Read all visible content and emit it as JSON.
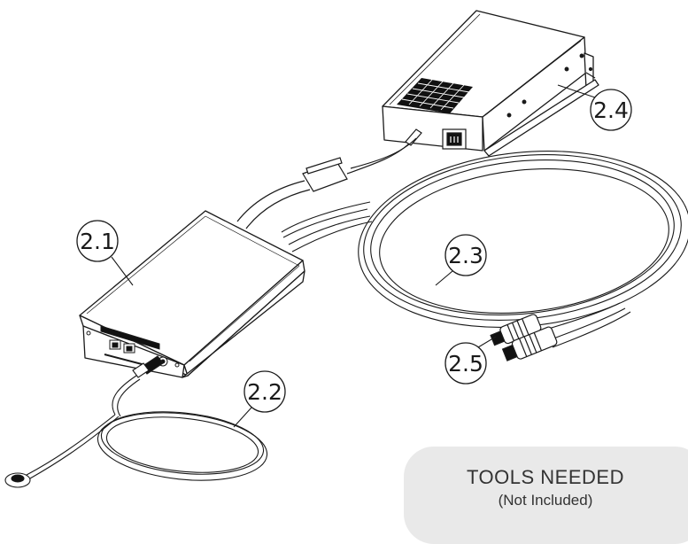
{
  "callouts": [
    {
      "id": "2.1",
      "label": "2.1"
    },
    {
      "id": "2.2",
      "label": "2.2"
    },
    {
      "id": "2.3",
      "label": "2.3"
    },
    {
      "id": "2.4",
      "label": "2.4"
    },
    {
      "id": "2.5",
      "label": "2.5"
    }
  ],
  "tools_box": {
    "title": "TOOLS NEEDED",
    "subtitle": "(Not Included)"
  },
  "colors": {
    "line": "#1a1a1a",
    "panel": "#e9e9e9",
    "vent": "#111111"
  }
}
